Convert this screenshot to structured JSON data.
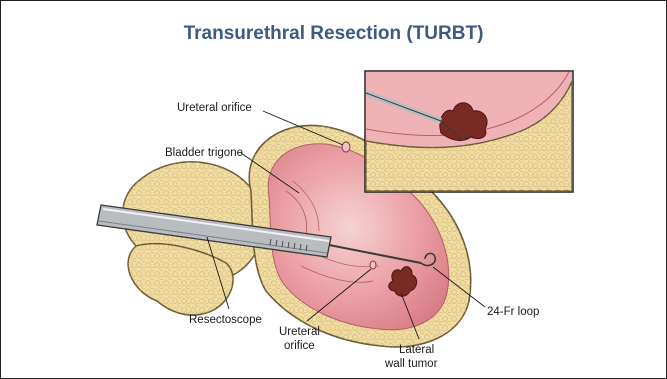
{
  "title": "Transurethral Resection (TURBT)",
  "labels": {
    "ureteral_orifice_top": "Ureteral orifice",
    "bladder_trigone": "Bladder trigone",
    "resectoscope": "Resectoscope",
    "ureteral_orifice_bottom_line1": "Ureteral",
    "ureteral_orifice_bottom_line2": "orifice",
    "lateral_wall_tumor_line1": "Lateral",
    "lateral_wall_tumor_line2": "wall tumor",
    "loop": "24-Fr loop"
  },
  "colors": {
    "title": "#3d5a82",
    "tissue_yellow": "#f1dca3",
    "tissue_outline": "#6b5a33",
    "mucosa_pink": "#e79aa0",
    "tumor": "#7a2a22",
    "instrument": "#b9bcc0"
  }
}
